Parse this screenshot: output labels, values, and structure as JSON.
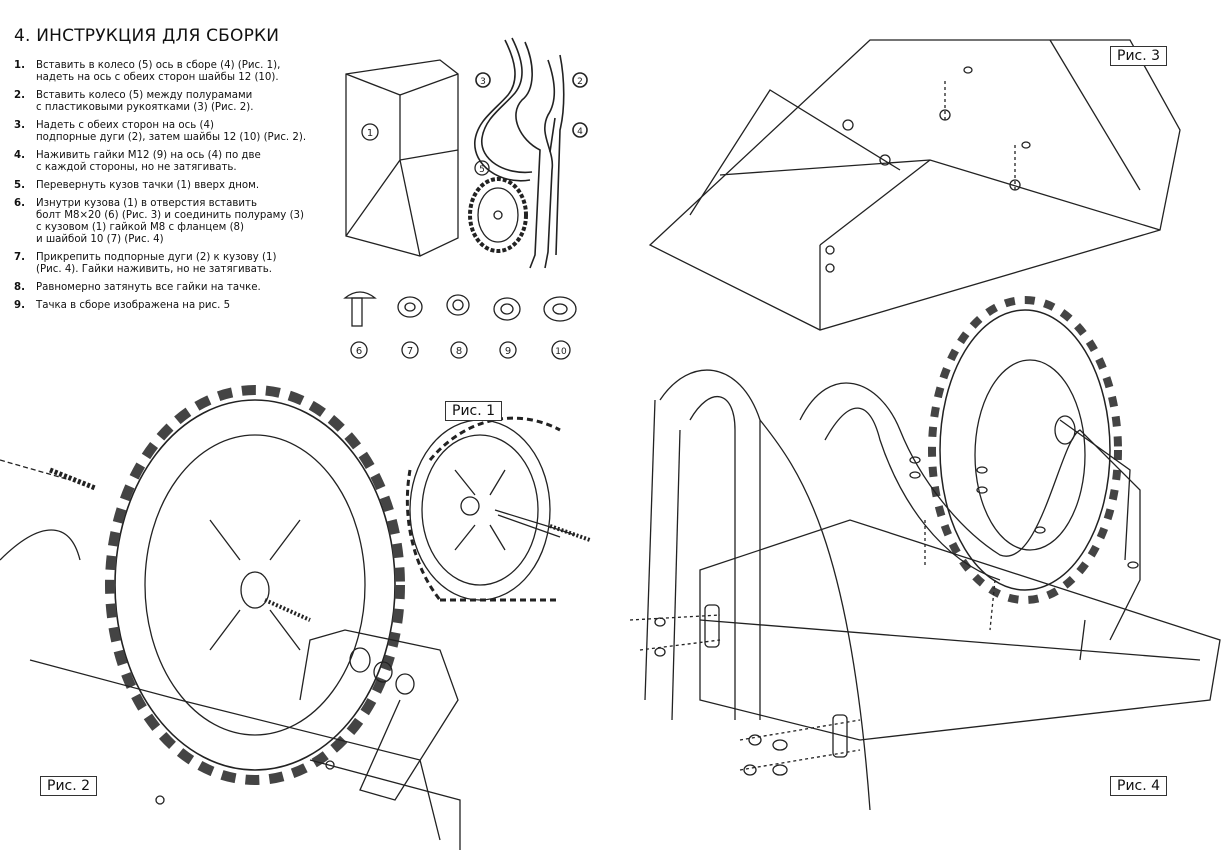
{
  "heading": "4. ИНСТРУКЦИЯ ДЛЯ СБОРКИ",
  "steps": [
    {
      "num": "1.",
      "text": "Вставить в колесо (5) ось в сборе (4) (Рис. 1),\nнадеть на ось с обеих сторон шайбы 12 (10)."
    },
    {
      "num": "2.",
      "text": "Вставить колесо (5) между полурамами\nс пластиковыми рукоятками (3) (Рис. 2)."
    },
    {
      "num": "3.",
      "text": "Надеть с обеих сторон на ось (4)\nподпорные дуги (2), затем шайбы 12 (10) (Рис. 2)."
    },
    {
      "num": "4.",
      "text": "Наживить гайки М12 (9) на ось (4) по две\nс каждой стороны, но не затягивать."
    },
    {
      "num": "5.",
      "text": "Перевернуть кузов тачки (1) вверх дном."
    },
    {
      "num": "6.",
      "text": "Изнутри кузова (1) в отверстия вставить\nболт М8×20 (6) (Рис. 3) и соединить полураму (3)\nс кузовом (1) гайкой М8 с фланцем (8)\nи шайбой 10 (7) (Рис. 4)"
    },
    {
      "num": "7.",
      "text": "Прикрепить подпорные дуги (2) к кузову (1)\n(Рис. 4). Гайки наживить, но не затягивать."
    },
    {
      "num": "8.",
      "text": "Равномерно затянуть все гайки на тачке."
    },
    {
      "num": "9.",
      "text": "Тачка в сборе изображена на рис. 5"
    }
  ],
  "parts": [
    "1",
    "2",
    "3",
    "4",
    "5"
  ],
  "hardware": [
    "6",
    "7",
    "8",
    "9",
    "10"
  ],
  "figures": {
    "fig1": "Рис. 1",
    "fig2": "Рис. 2",
    "fig3": "Рис. 3",
    "fig4": "Рис. 4"
  }
}
